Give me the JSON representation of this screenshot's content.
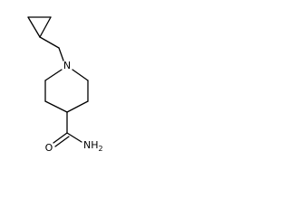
{
  "molecule": {
    "atoms": {
      "ring_nitrogen": "N",
      "carbonyl_oxygen": "O",
      "amide_nitrogen": "NH",
      "amide_hydrogen_count": "2"
    }
  }
}
